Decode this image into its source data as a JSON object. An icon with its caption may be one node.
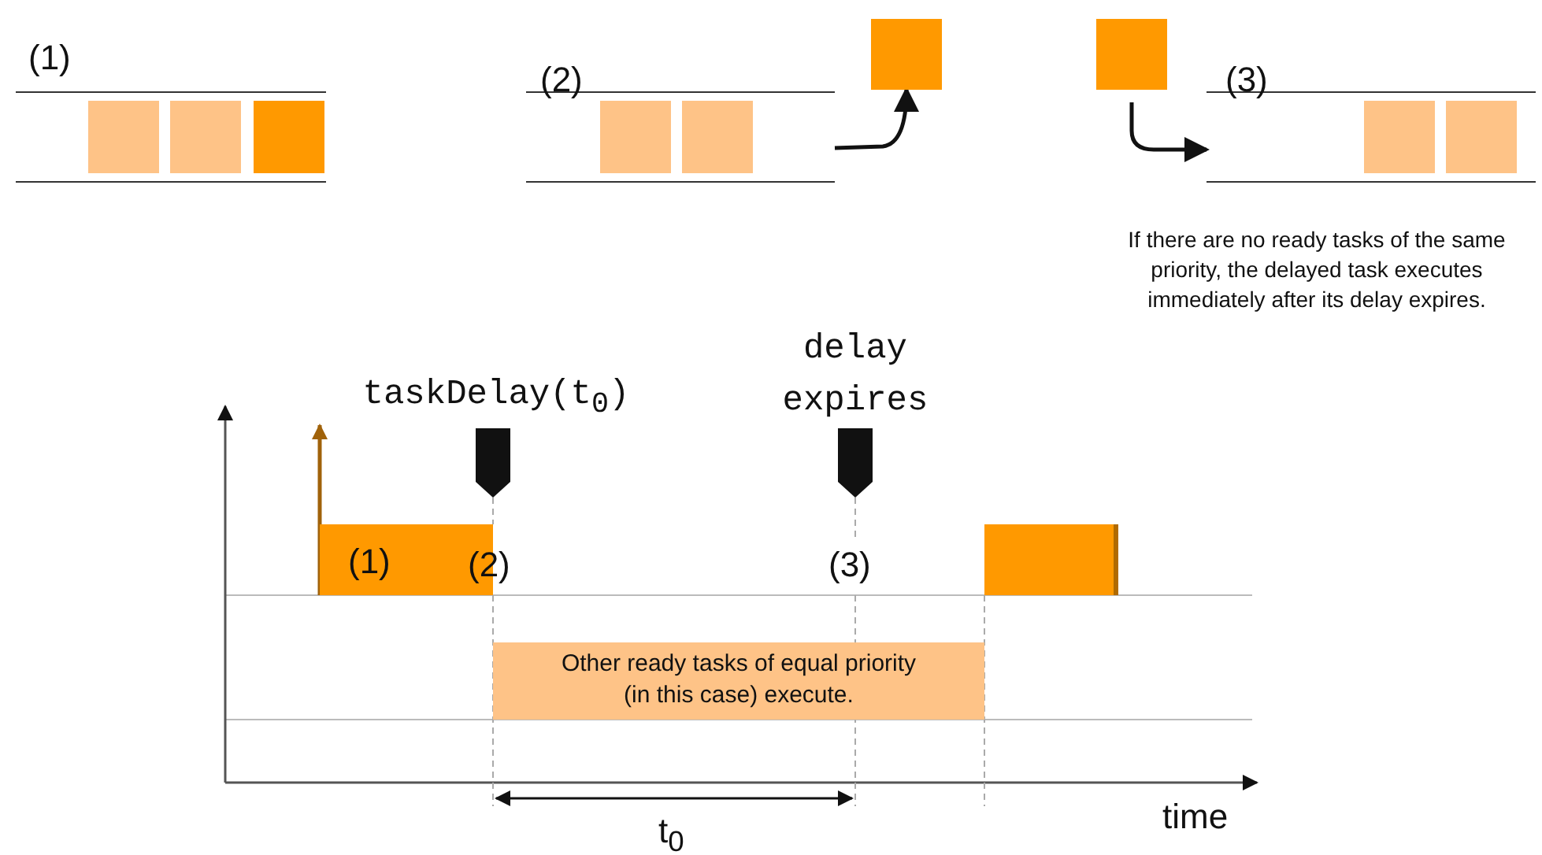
{
  "diagram": {
    "nodes": [
      {
        "text": [
          "(1)"
        ]
      },
      {
        "text": [],
        "shape": "box",
        "in": 0
      },
      {
        "text": [],
        "shape": "box",
        "in": 0
      },
      {
        "text": [],
        "shape": "box",
        "in": 0
      },
      {
        "text": [
          "(2)"
        ]
      },
      {
        "text": [],
        "shape": "box",
        "in": 4
      },
      {
        "text": [],
        "shape": "box",
        "in": 4
      },
      {
        "text": [],
        "shape": "box"
      },
      {
        "text": [],
        "shape": "box"
      },
      {
        "text": [
          "(3)"
        ]
      },
      {
        "text": [],
        "shape": "box",
        "in": 9
      },
      {
        "text": [],
        "shape": "box",
        "in": 9
      },
      {
        "text": [
          "(1)"
        ]
      },
      {
        "text": [
          "Other ready tasks of equal priority (in this case) execute."
        ]
      },
      {
        "text": [],
        "shape": "box"
      }
    ],
    "edges": [
      {
        "from": 4,
        "to": 7,
        "arrow": "to"
      },
      {
        "from": 8,
        "to": 9,
        "arrow": "to"
      }
    ],
    "labels": [
      "If there are no ready tasks of the same priority, the delayed task executes immediately after its delay expires.",
      "taskDelay(t$_{0}$)",
      "delay expires",
      "(2)",
      "(3)",
      "t$_{0}$",
      "time"
    ]
  }
}
